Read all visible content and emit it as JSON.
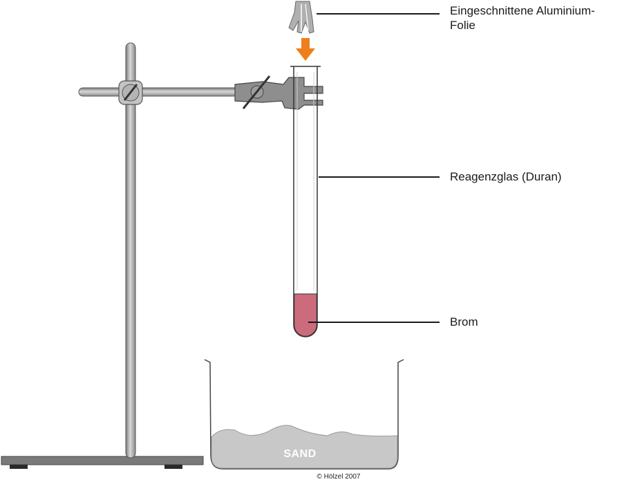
{
  "labels": {
    "foil_line1": "Eingeschnittene Aluminium-",
    "foil_line2": "Folie",
    "tube": "Reagenzglas (Duran)",
    "bromine": "Brom"
  },
  "sand_label": "SAND",
  "copyright": "© Hölzel 2007",
  "colors": {
    "bromine": "#cc6b7b",
    "arrow": "#ee7f1a",
    "stand_metal": "#a8a8a8",
    "clamp": "#8e8e8e",
    "sand": "#c8c8c8",
    "base_plate": "#777777",
    "foil": "#b0b0b0"
  }
}
